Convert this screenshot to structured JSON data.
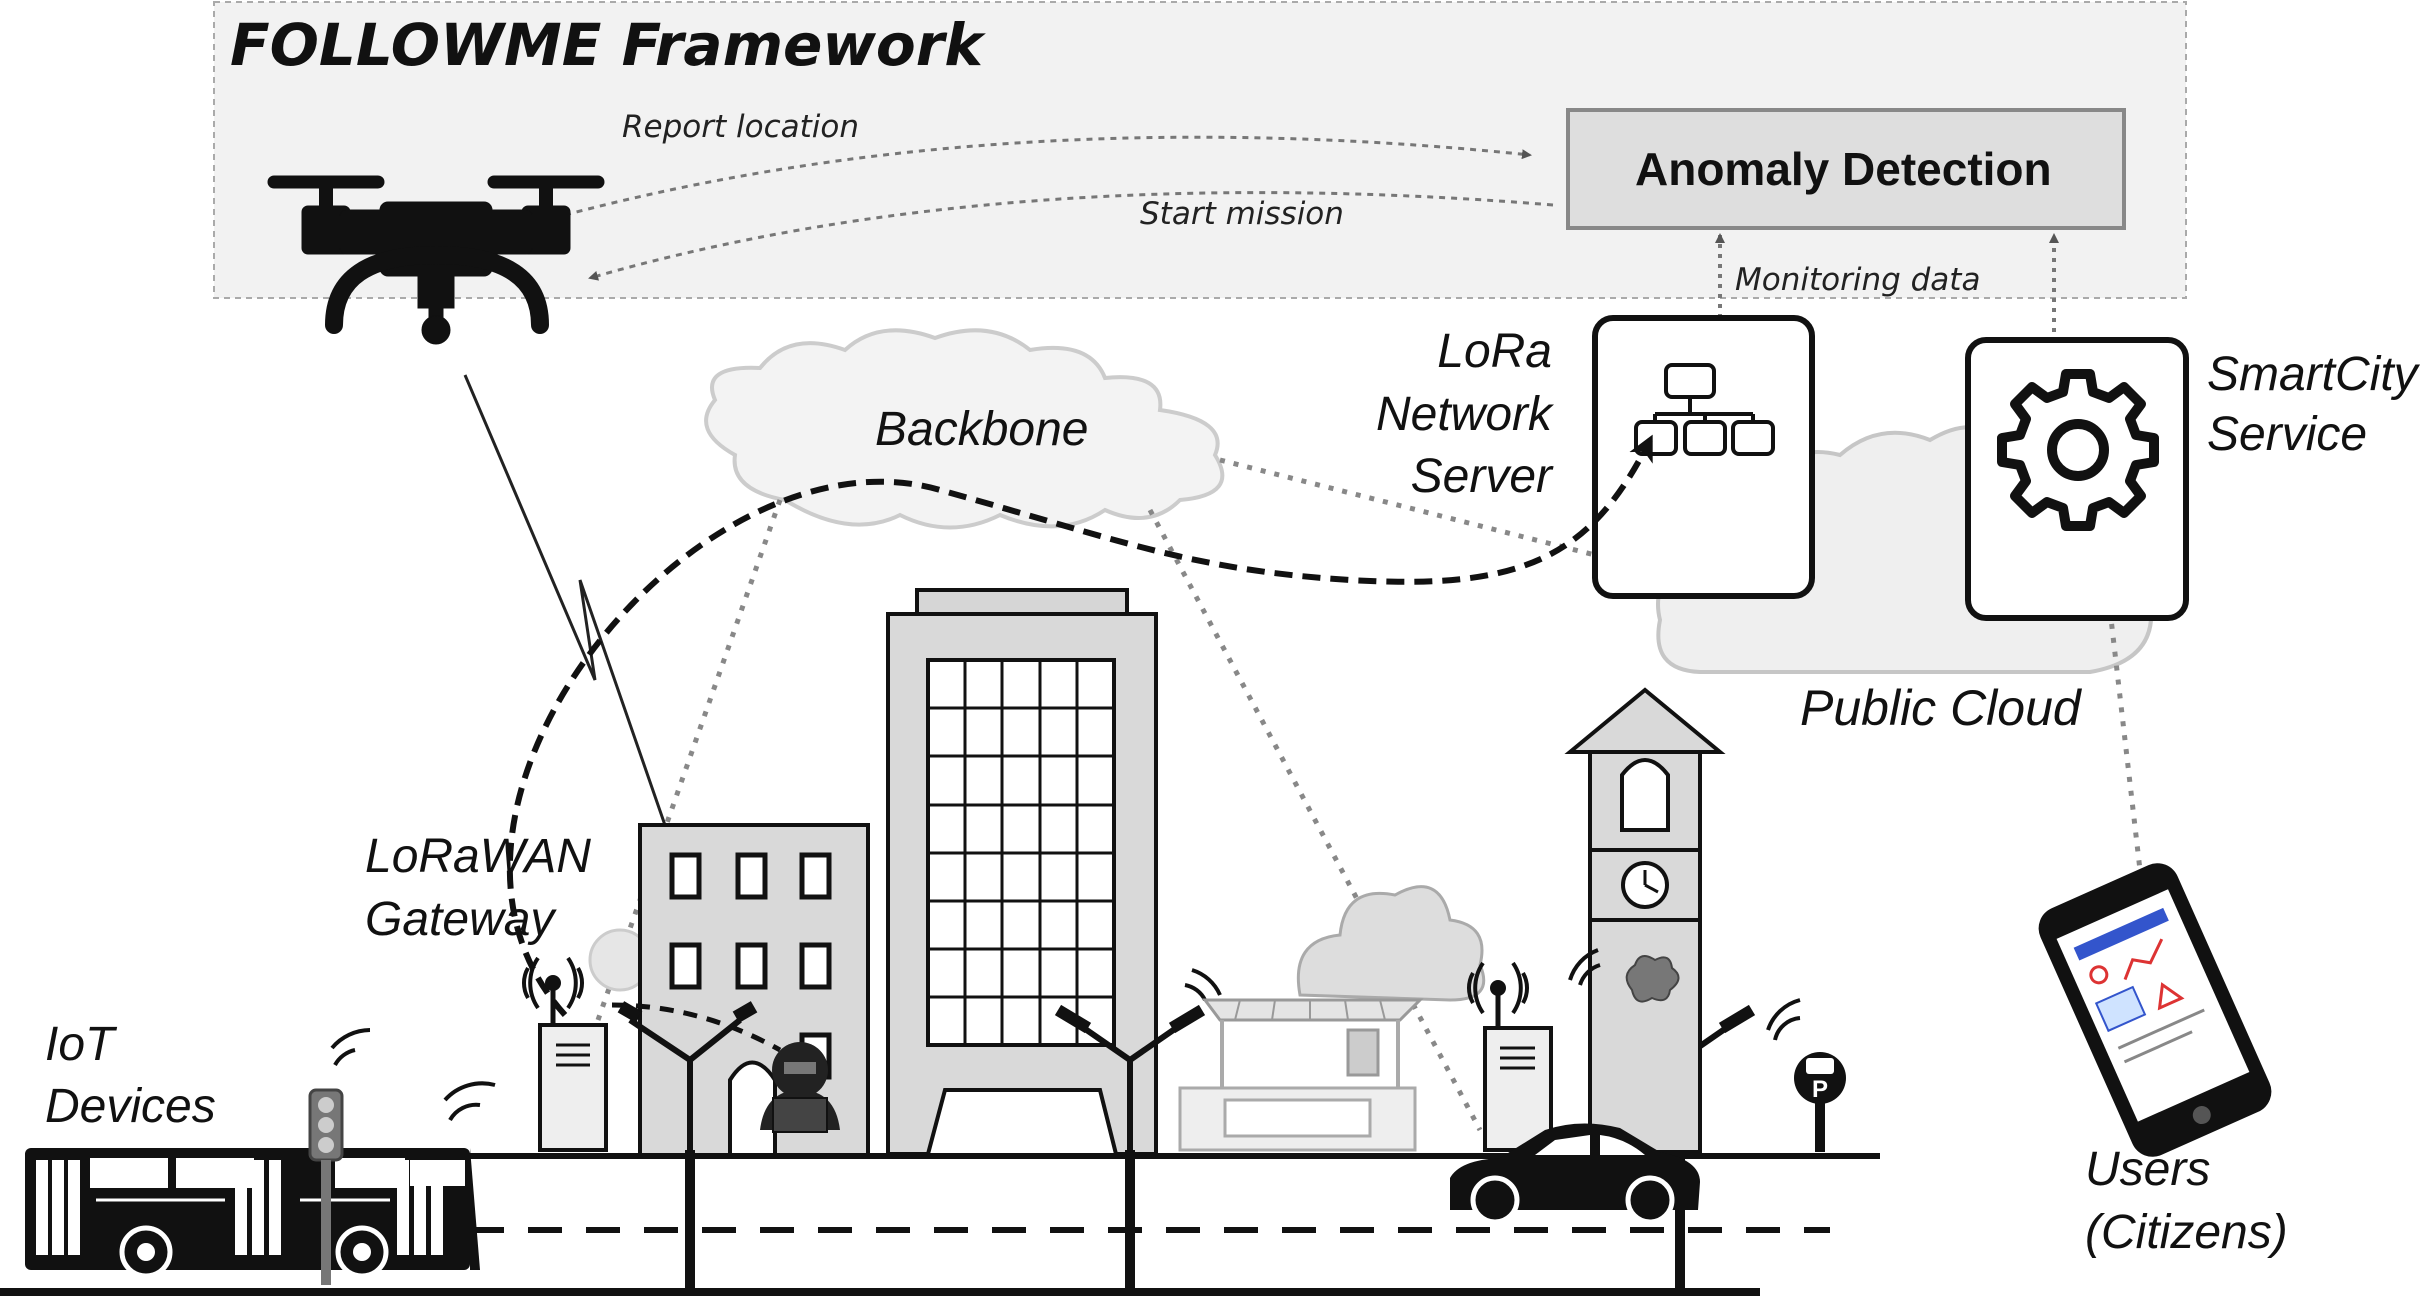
{
  "framework": {
    "title": "FOLLOWME Framework"
  },
  "flows": {
    "report_location": "Report location",
    "start_mission": "Start mission",
    "monitoring_data": "Monitoring data"
  },
  "anomaly": {
    "label": "Anomaly Detection"
  },
  "lora_server": {
    "line1": "LoRa",
    "line2": "Network",
    "line3": "Server"
  },
  "smartcity": {
    "line1": "SmartCity",
    "line2": "Service"
  },
  "backbone": {
    "label": "Backbone"
  },
  "public_cloud": {
    "label": "Public Cloud"
  },
  "gateway": {
    "line1": "LoRaWAN",
    "line2": "Gateway"
  },
  "iot": {
    "line1": "IoT",
    "line2": "Devices"
  },
  "users": {
    "line1": "Users",
    "line2": "(Citizens)"
  },
  "colors": {
    "frame_fill": "#f2f2f2",
    "cloud_fill": "#efefef",
    "building_fill": "#d9d9d9",
    "dark": "#111111"
  }
}
